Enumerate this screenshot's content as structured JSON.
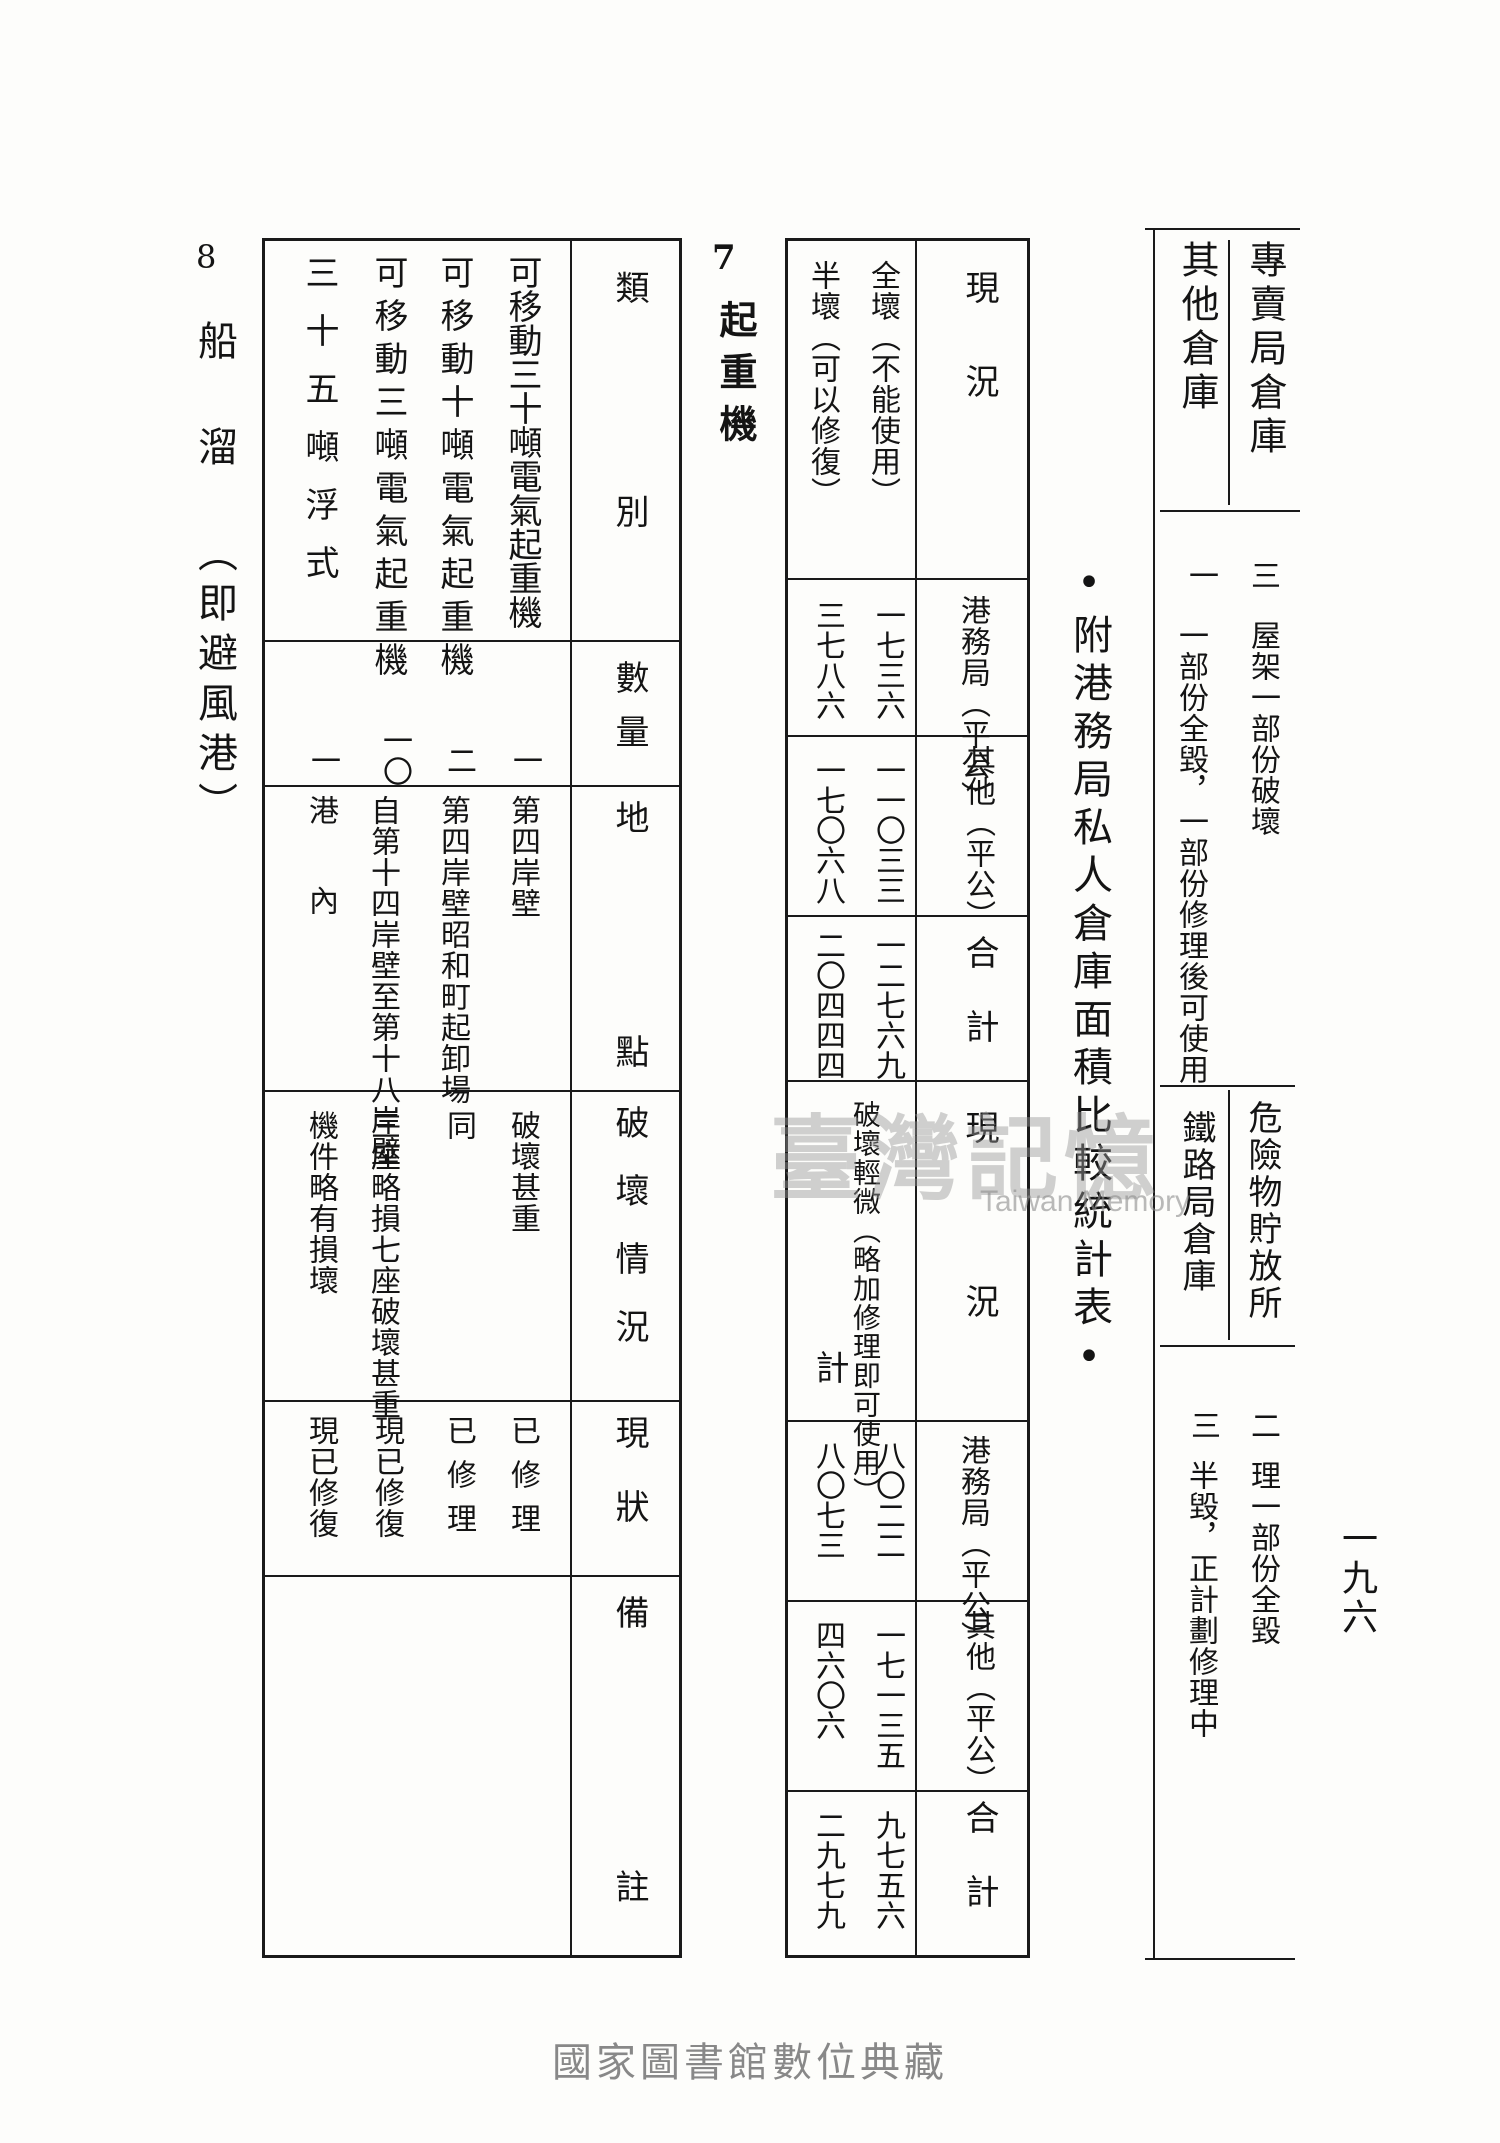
{
  "page": {
    "left_page_number": "8",
    "right_page_number": "一九六",
    "running_title": "船 溜 （即避風港）",
    "footer": "國家圖書館數位典藏",
    "watermark_zh": "臺灣記憶",
    "watermark_en": "Taiwan Memory"
  },
  "warehouse_remarks": {
    "rows": [
      {
        "name": "專賣局倉庫",
        "count": "三",
        "remark": "屋架一部份破壞"
      },
      {
        "name": "其他倉庫",
        "count": "一",
        "remark": "一部份全毀，一部份修理後可使用"
      },
      {
        "name": "危險物貯放所",
        "count": "二",
        "remark": "理一部份全毀"
      },
      {
        "name": "鐵路局倉庫",
        "count": "三",
        "remark": "半毀，正計劃修理中"
      }
    ]
  },
  "attached_title": "•附港務局私人倉庫面積比較統計表•",
  "area_table": {
    "headers": {
      "status": "現況",
      "harbor": "港務局（平公）",
      "other": "其他（平公）",
      "total": "合計"
    },
    "rows": [
      {
        "status": "全壞（不能使用）",
        "harbor": "一七三六",
        "other": "一一〇三三",
        "total": "一二七六九"
      },
      {
        "status": "半壞（可以修復）",
        "harbor": "三七八六",
        "other": "一七〇六八",
        "total": "二〇四四四"
      }
    ],
    "mid_header_status": "現況",
    "rows2": [
      {
        "status": "破壞輕微（略加修理即可使用）",
        "harbor": "八〇二二",
        "other": "一七一三五",
        "total": "九七五六"
      }
    ],
    "total_row": {
      "status": "計",
      "harbor": "八〇七三",
      "other": "四六〇六",
      "total": "二九七九"
    }
  },
  "crane_section": {
    "number": "7",
    "title": "起重機",
    "headers": {
      "type": "類別",
      "qty": "數量",
      "location": "地點",
      "damage": "破壞情況",
      "status": "現狀",
      "remark": "備註"
    },
    "rows": [
      {
        "type": "可移動三十噸電氣起重機",
        "qty": "一",
        "location": "第四岸壁",
        "damage": "破壞甚重",
        "status": "已修理"
      },
      {
        "type": "可移動十噸電氣起重機",
        "qty": "二",
        "location": "第四岸壁昭和町起卸場",
        "damage": "同",
        "status": "已修理"
      },
      {
        "type": "可移動三噸電氣起重機",
        "qty": "一〇",
        "location": "自第十四岸壁至第十八岸壁",
        "damage": "三座略損七座破壞甚重",
        "status": "現已修復"
      },
      {
        "type": "三十五噸浮式",
        "qty": "一",
        "location": "港內",
        "damage": "機件略有損壞",
        "status": "現已修復"
      }
    ]
  }
}
